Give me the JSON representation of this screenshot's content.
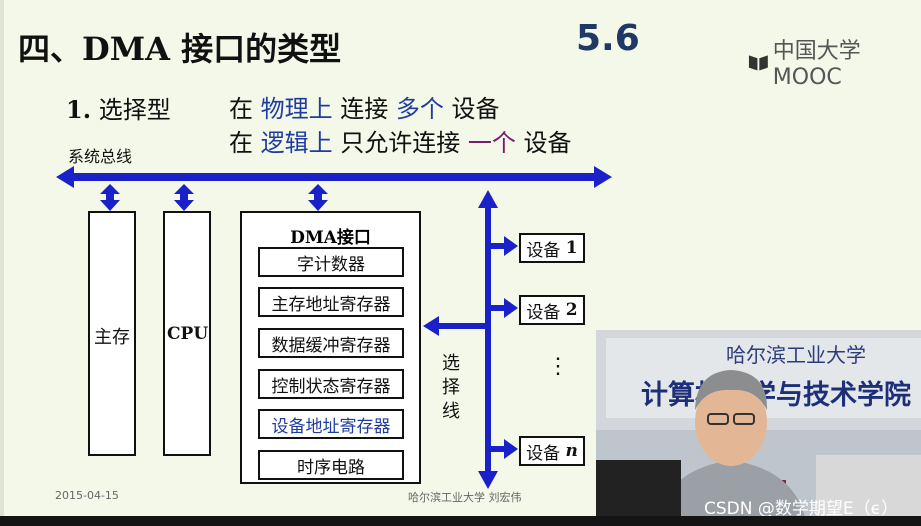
{
  "slide": {
    "title": "四、DMA 接口的类型",
    "section_number": "5.6",
    "logo_text": "中国大学MOOC",
    "subtitle_num": "1.",
    "subtitle_text": "选择型",
    "line1": {
      "a": "在 ",
      "b": "物理上",
      "c": " 连接 ",
      "d": "多个",
      "e": " 设备"
    },
    "line2": {
      "a": "在 ",
      "b": "逻辑上",
      "c": " 只允许连接 ",
      "d": "一个",
      "e": " 设备"
    },
    "footer_date": "2015-04-15",
    "footer_author": "哈尔滨工业大学 刘宏伟"
  },
  "diagram": {
    "bus_label": "系统总线",
    "main_memory": "主存",
    "cpu": "CPU",
    "dma_title": "DMA接口",
    "registers": [
      "字计数器",
      "主存地址寄存器",
      "数据缓冲寄存器",
      "控制状态寄存器",
      "设备地址寄存器",
      "时序电路"
    ],
    "select_line_label": "选\n择\n线",
    "devices": [
      {
        "name": "设备",
        "num": "1"
      },
      {
        "name": "设备",
        "num": "2"
      },
      {
        "name": "设备",
        "num": "n"
      }
    ],
    "ellipsis": "⋮"
  },
  "video": {
    "banner_top": "哈尔滨工业大学",
    "banner_main": "计算机科学与技术学院",
    "watermark": "CSDN @数学期望E（ϵ）"
  },
  "colors": {
    "arrow": "#1a21c8",
    "accent_blue": "#1f3ca0",
    "accent_purple": "#7a1c6e"
  }
}
